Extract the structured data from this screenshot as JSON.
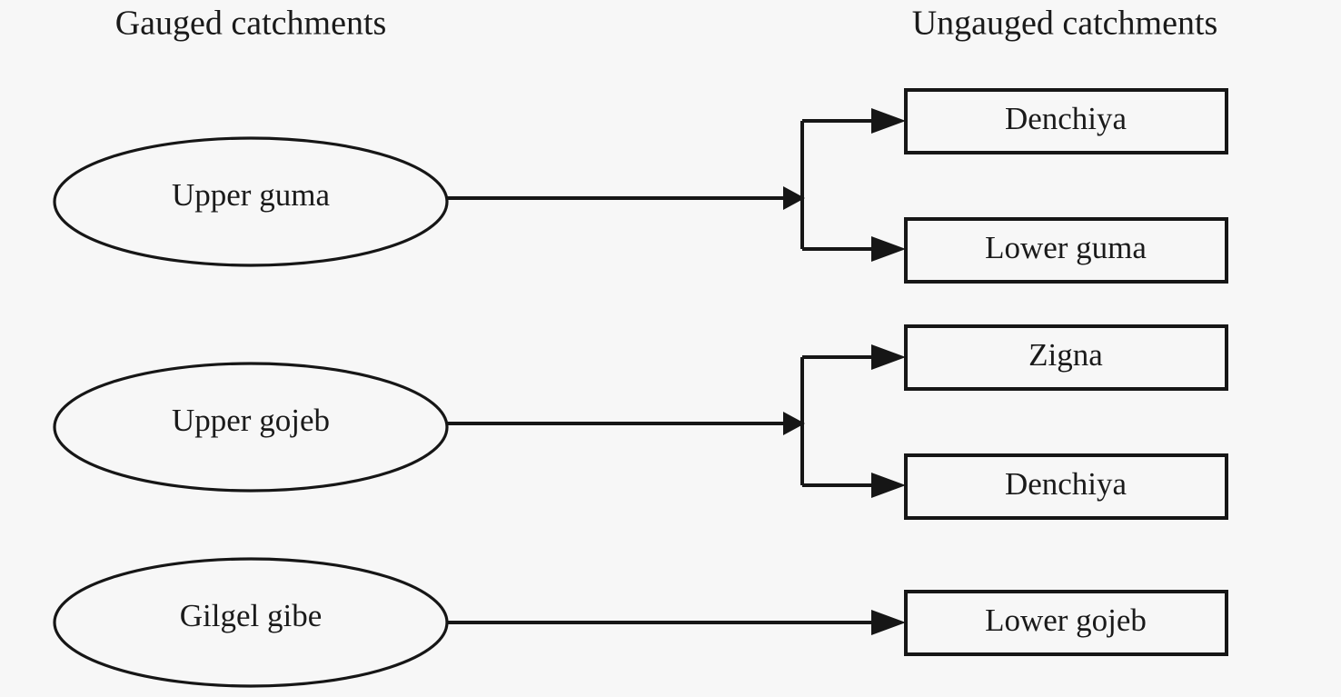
{
  "diagram": {
    "title_left": "Gauged catchments",
    "title_right": "Ungauged catchments",
    "background_color": "#f7f7f7",
    "stroke_color": "#161616",
    "text_color": "#1a1a1a",
    "gauged": [
      {
        "id": "upper-guma",
        "label": "Upper guma"
      },
      {
        "id": "upper-gojeb",
        "label": "Upper gojeb"
      },
      {
        "id": "gilgel-gibe",
        "label": "Gilgel gibe"
      }
    ],
    "ungauged": [
      {
        "id": "denchiya-1",
        "label": "Denchiya"
      },
      {
        "id": "lower-guma",
        "label": "Lower guma"
      },
      {
        "id": "zigna",
        "label": "Zigna"
      },
      {
        "id": "denchiya-2",
        "label": "Denchiya"
      },
      {
        "id": "lower-gojeb",
        "label": "Lower gojeb"
      }
    ],
    "links": [
      {
        "from": "Upper guma",
        "to": "Denchiya"
      },
      {
        "from": "Upper guma",
        "to": "Lower guma"
      },
      {
        "from": "Upper gojeb",
        "to": "Zigna"
      },
      {
        "from": "Upper gojeb",
        "to": "Denchiya"
      },
      {
        "from": "Gilgel gibe",
        "to": "Lower gojeb"
      }
    ]
  }
}
